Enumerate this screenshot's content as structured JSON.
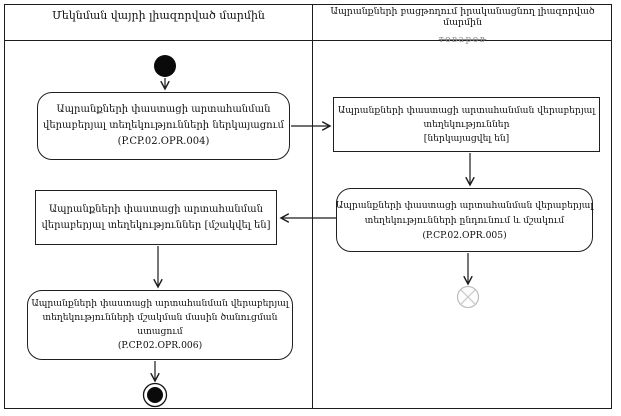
{
  "diagram": {
    "type": "uml-activity-diagram",
    "lanes": [
      {
        "title": "Մեկնման վայրի լիազորված մարմին"
      },
      {
        "title": "Ապրանքների բացթողում իրականացնող լիազորված մարմին",
        "subtitle": "товаров"
      }
    ],
    "nodes": {
      "activity1": {
        "kind": "activity",
        "lines": [
          "Ապրանքների փաստացի արտահանման",
          "վերաբերյալ տեղեկությունների ներկայացում",
          "(P.CP.02.OPR.004)"
        ]
      },
      "object1": {
        "kind": "object-state",
        "lines": [
          "Ապրանքների փաստացի արտահանման վերաբերյալ",
          "տեղեկություններ",
          "[ներկայացվել են]"
        ]
      },
      "activity2": {
        "kind": "activity",
        "lines": [
          "Ապրանքների փաստացի արտահանման վերաբերյալ",
          "տեղեկությունների ընդունում և մշակում",
          "(P.CP.02.OPR.005)"
        ]
      },
      "object2": {
        "kind": "object-state",
        "lines": [
          "Ապրանքների փաստացի արտահանման",
          "վերաբերյալ տեղեկություններ [մշակվել են]"
        ]
      },
      "activity3": {
        "kind": "activity",
        "lines": [
          "Ապրանքների փաստացի արտահանման վերաբերյալ",
          "տեղեկությունների մշակման մասին ծանուցման",
          "ստացում",
          "(P.CP.02.OPR.006)"
        ]
      }
    },
    "colors": {
      "line": "#1c1c1c",
      "faded_gray": "#8f8f8f",
      "flow_final_gray": "#bdbdbd",
      "background": "#ffffff"
    }
  }
}
